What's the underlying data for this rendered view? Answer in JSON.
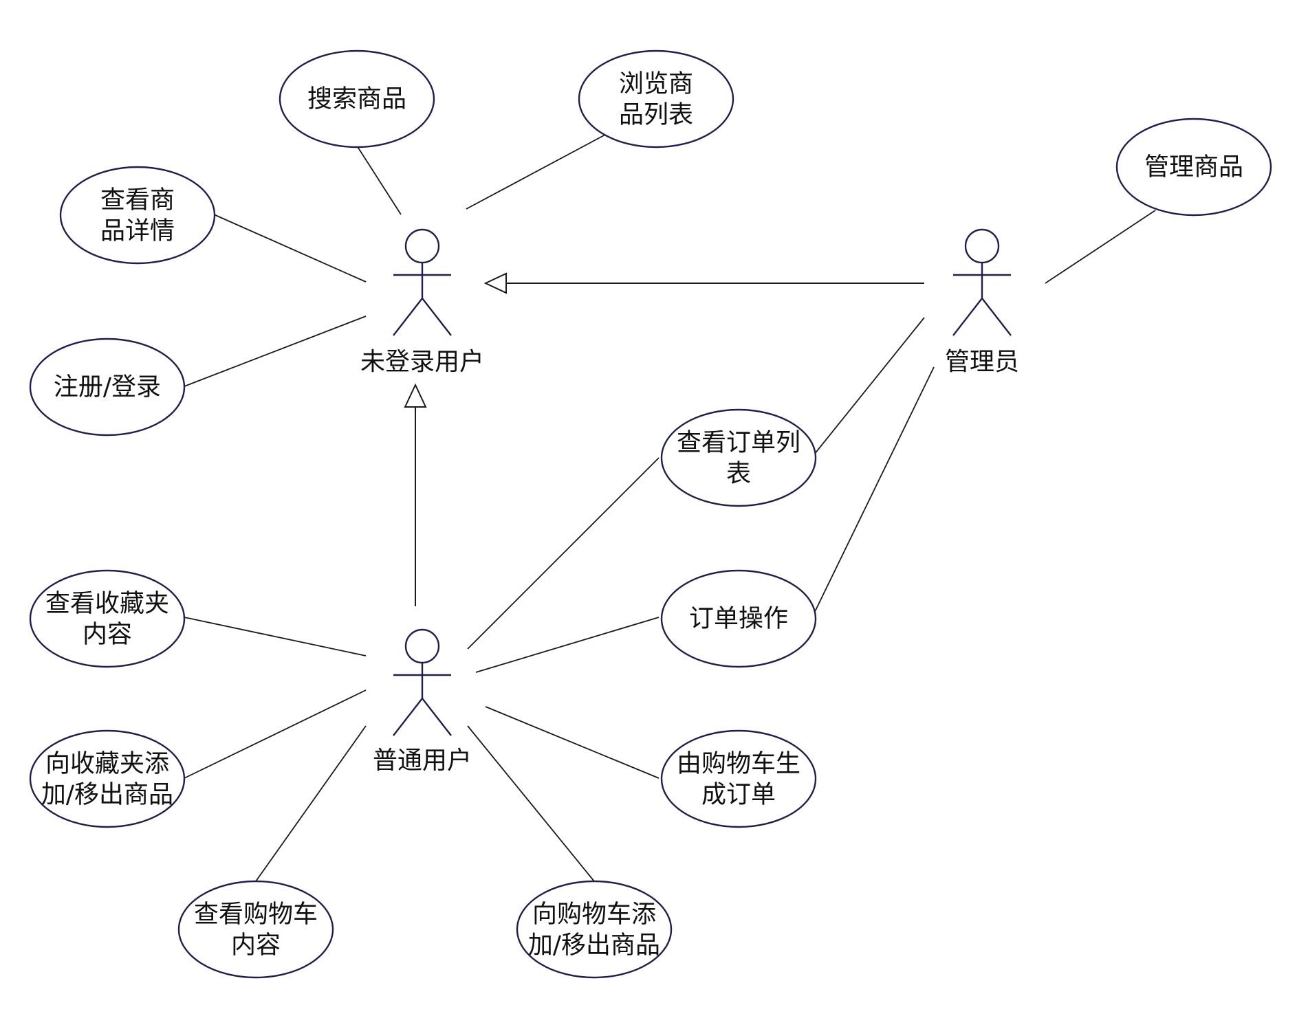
{
  "actors": {
    "guest": {
      "label": "未登录用户"
    },
    "user": {
      "label": "普通用户"
    },
    "admin": {
      "label": "管理员"
    }
  },
  "use_cases": {
    "search": {
      "lines": [
        "搜索商品"
      ]
    },
    "browse_list": {
      "lines": [
        "浏览商",
        "品列表"
      ]
    },
    "view_detail": {
      "lines": [
        "查看商",
        "品详情"
      ]
    },
    "register_login": {
      "lines": [
        "注册/登录"
      ]
    },
    "manage_goods": {
      "lines": [
        "管理商品"
      ]
    },
    "view_orders": {
      "lines": [
        "查看订单列",
        "表"
      ]
    },
    "order_ops": {
      "lines": [
        "订单操作"
      ]
    },
    "view_favorites": {
      "lines": [
        "查看收藏夹",
        "内容"
      ]
    },
    "edit_favorites": {
      "lines": [
        "向收藏夹添",
        "加/移出商品"
      ]
    },
    "view_cart": {
      "lines": [
        "查看购物车",
        "内容"
      ]
    },
    "edit_cart": {
      "lines": [
        "向购物车添",
        "加/移出商品"
      ]
    },
    "cart_to_order": {
      "lines": [
        "由购物车生",
        "成订单"
      ]
    }
  },
  "colors": {
    "outline": "#1f1f4f",
    "line": "#1a1a1a"
  }
}
